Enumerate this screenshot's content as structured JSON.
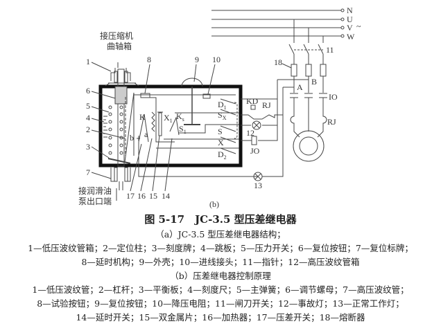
{
  "diagram": {
    "inlet_top": [
      "接压缩机",
      "曲轴箱"
    ],
    "inlet_bottom": [
      "接润滑油",
      "泵出口端"
    ],
    "part_numbers": {
      "n1": "1",
      "n2": "2",
      "n3": "3",
      "n4": "4",
      "n5": "5",
      "n6": "6",
      "n7": "7",
      "n8": "8",
      "n9": "9",
      "n10": "10",
      "n11": "11",
      "n12": "12",
      "n13": "13",
      "n14": "14",
      "n15": "15",
      "n16": "16",
      "n17": "17",
      "n18": "18"
    },
    "inner_labels": {
      "K": "K",
      "a": "a",
      "b": "b",
      "X1": "X",
      "X1_sub": "1",
      "Ks": "K",
      "Ks_sub": "s",
      "S1": "S",
      "S1_sub": "1"
    },
    "switch_labels": {
      "D1": "D",
      "D1_sub": "1",
      "SX": "S",
      "SX_sub": "X",
      "S": "S",
      "X": "X",
      "D2": "D",
      "D2_sub": "2"
    },
    "circuit_labels": {
      "KD": "KD",
      "RJ": "RJ",
      "JO": "JO",
      "A": "A",
      "B": "B",
      "IO": "IO",
      "RJ2": "RJ"
    },
    "phases": [
      "N",
      "U",
      "V",
      "W"
    ],
    "ac_symbol": "~",
    "sub_label": "(b)"
  },
  "caption": {
    "title": "图 5-17　JC-3.5 型压差继电器",
    "a_heading": "（a）JC-3.5 型压差继电器结构；",
    "a_line1": "1—低压波纹管箱；2—定位柱；3—刻度牌；4—跳板；5—压力开关；6—复位按钮；7—复位标牌；",
    "a_line2": "8—延时机构；9—外壳；10—进线接头；11—指针；12—高压波纹管箱",
    "b_heading": "（b）压差继电器控制原理",
    "b_line1": "1—低压波纹管；2—杠杆；3—平衡板；4—刻度尺；5—主弹簧；6—调节螺母；7—高压波纹管；",
    "b_line2": "8—试验按钮；9—复位按钮；10—降压电阻；11—闸刀开关；12—事故灯；13—正常工作灯；",
    "b_line3": "14—延时开关；15—双金属片；16—加热器；17—压差开关；18—熔断器"
  }
}
